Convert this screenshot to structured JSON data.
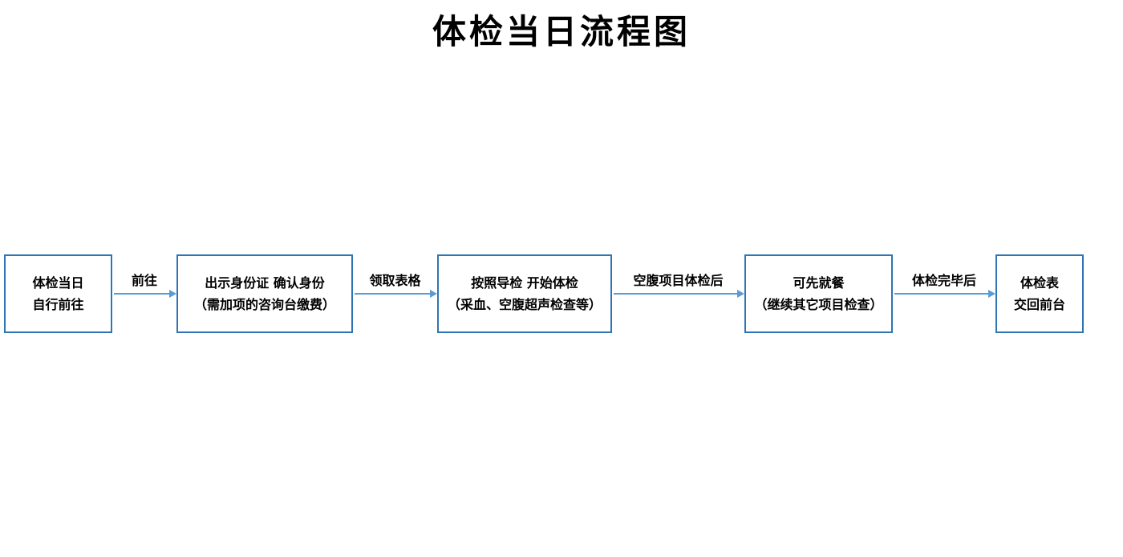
{
  "title": "体检当日流程图",
  "colors": {
    "box_border": "#2E75B6",
    "arrow": "#5B9BD5",
    "text": "#000000",
    "bg": "#ffffff"
  },
  "flow": {
    "nodes": [
      {
        "lines": [
          "体检当日",
          "自行前往"
        ]
      },
      {
        "lines": [
          "出示身份证 确认身份",
          "（需加项的咨询台缴费）"
        ]
      },
      {
        "lines": [
          "按照导检 开始体检",
          "（采血、空腹超声检查等）"
        ]
      },
      {
        "lines": [
          "可先就餐",
          "（继续其它项目检查）"
        ]
      },
      {
        "lines": [
          "体检表",
          "交回前台"
        ]
      }
    ],
    "connectors": [
      {
        "label": "前往"
      },
      {
        "label": "领取表格"
      },
      {
        "label": "空腹项目体检后"
      },
      {
        "label": "体检完毕后"
      }
    ]
  }
}
